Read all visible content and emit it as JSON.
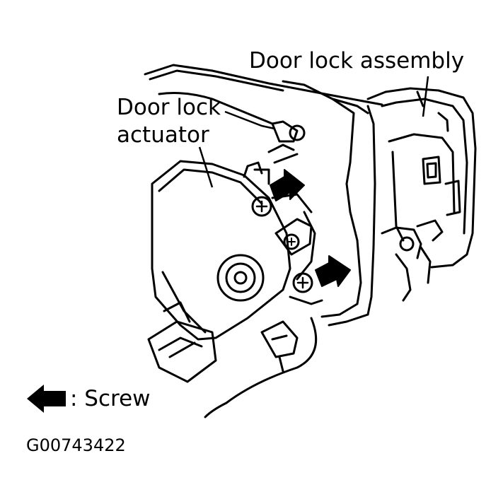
{
  "labels": {
    "door_lock_assembly": "Door lock assembly",
    "door_lock_actuator_line1": "Door lock",
    "door_lock_actuator_line2": "actuator"
  },
  "legend": {
    "icon": "left-arrow-icon",
    "text": ": Screw"
  },
  "figure_id": "G00743422",
  "colors": {
    "ink": "#000000",
    "paper": "#ffffff"
  }
}
